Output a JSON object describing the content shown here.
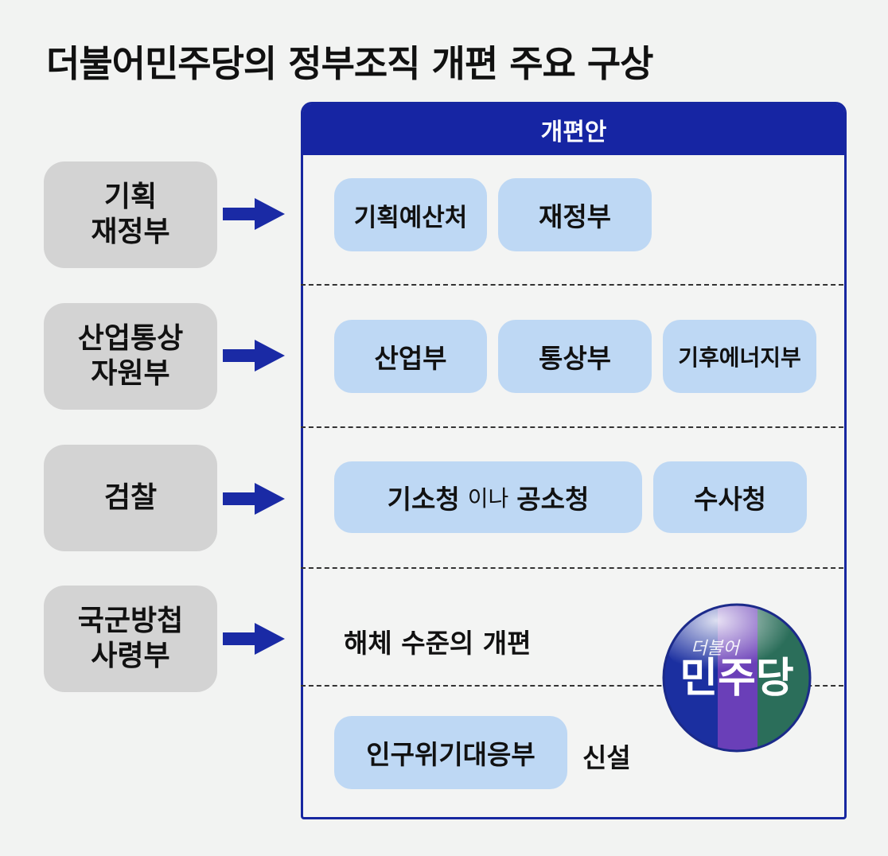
{
  "title": "더불어민주당의 정부조직 개편 주요 구상",
  "panel_header": "개편안",
  "rows": [
    {
      "current": "기획\n재정부",
      "proposals": [
        "기획예산처",
        "재정부"
      ]
    },
    {
      "current": "산업통상\n자원부",
      "proposals": [
        "산업부",
        "통상부",
        "기후에너지부"
      ]
    },
    {
      "current": "검찰",
      "proposals": {
        "option_a": "기소청",
        "connector": "이나",
        "option_b": "공소청",
        "second": "수사청"
      }
    },
    {
      "current": "국군방첩\n사령부",
      "result_text": "해체 수준의 개편"
    }
  ],
  "new_ministry": {
    "name": "인구위기대응부",
    "note": "신설"
  },
  "logo": {
    "top_text": "더불어",
    "main_text": "민주당",
    "colors": [
      "#1b2fa0",
      "#6a3fb8",
      "#2b6e5a"
    ]
  },
  "colors": {
    "accent": "#1625a3",
    "arrow": "#1a2aa5",
    "old_box": "#d3d3d3",
    "pill": "#bed8f4"
  }
}
